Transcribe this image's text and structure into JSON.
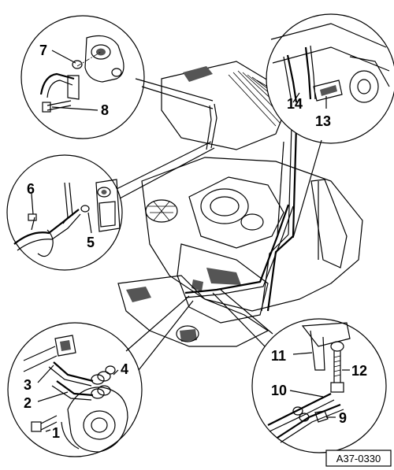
{
  "figure_ref": "A37-0330",
  "callouts": {
    "c1": "1",
    "c2": "2",
    "c3": "3",
    "c4": "4",
    "c5": "5",
    "c6": "6",
    "c7": "7",
    "c8": "8",
    "c9": "9",
    "c10": "10",
    "c11": "11",
    "c12": "12",
    "c13": "13",
    "c14": "14"
  }
}
